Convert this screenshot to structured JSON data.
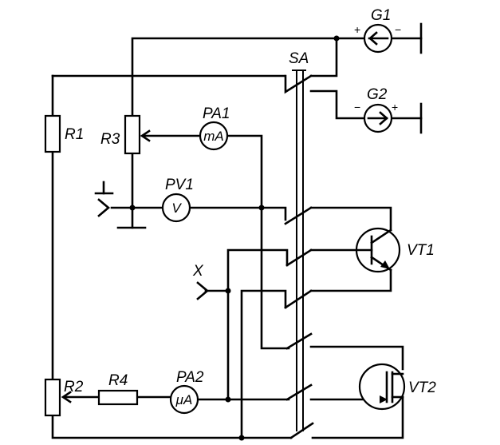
{
  "labels": {
    "g1": "G1",
    "g2": "G2",
    "sa": "SA",
    "pa1": "PA1",
    "pv1": "PV1",
    "pa2": "PA2",
    "r1": "R1",
    "r2": "R2",
    "r3": "R3",
    "r4": "R4",
    "vt1": "VT1",
    "vt2": "VT2",
    "x": "X"
  },
  "meters": {
    "pa1_unit": "mA",
    "pv1_unit": "V",
    "pa2_unit": "μA"
  },
  "polarity": {
    "g1_left": "+",
    "g1_right": "−",
    "g2_left": "−",
    "g2_right": "+"
  }
}
